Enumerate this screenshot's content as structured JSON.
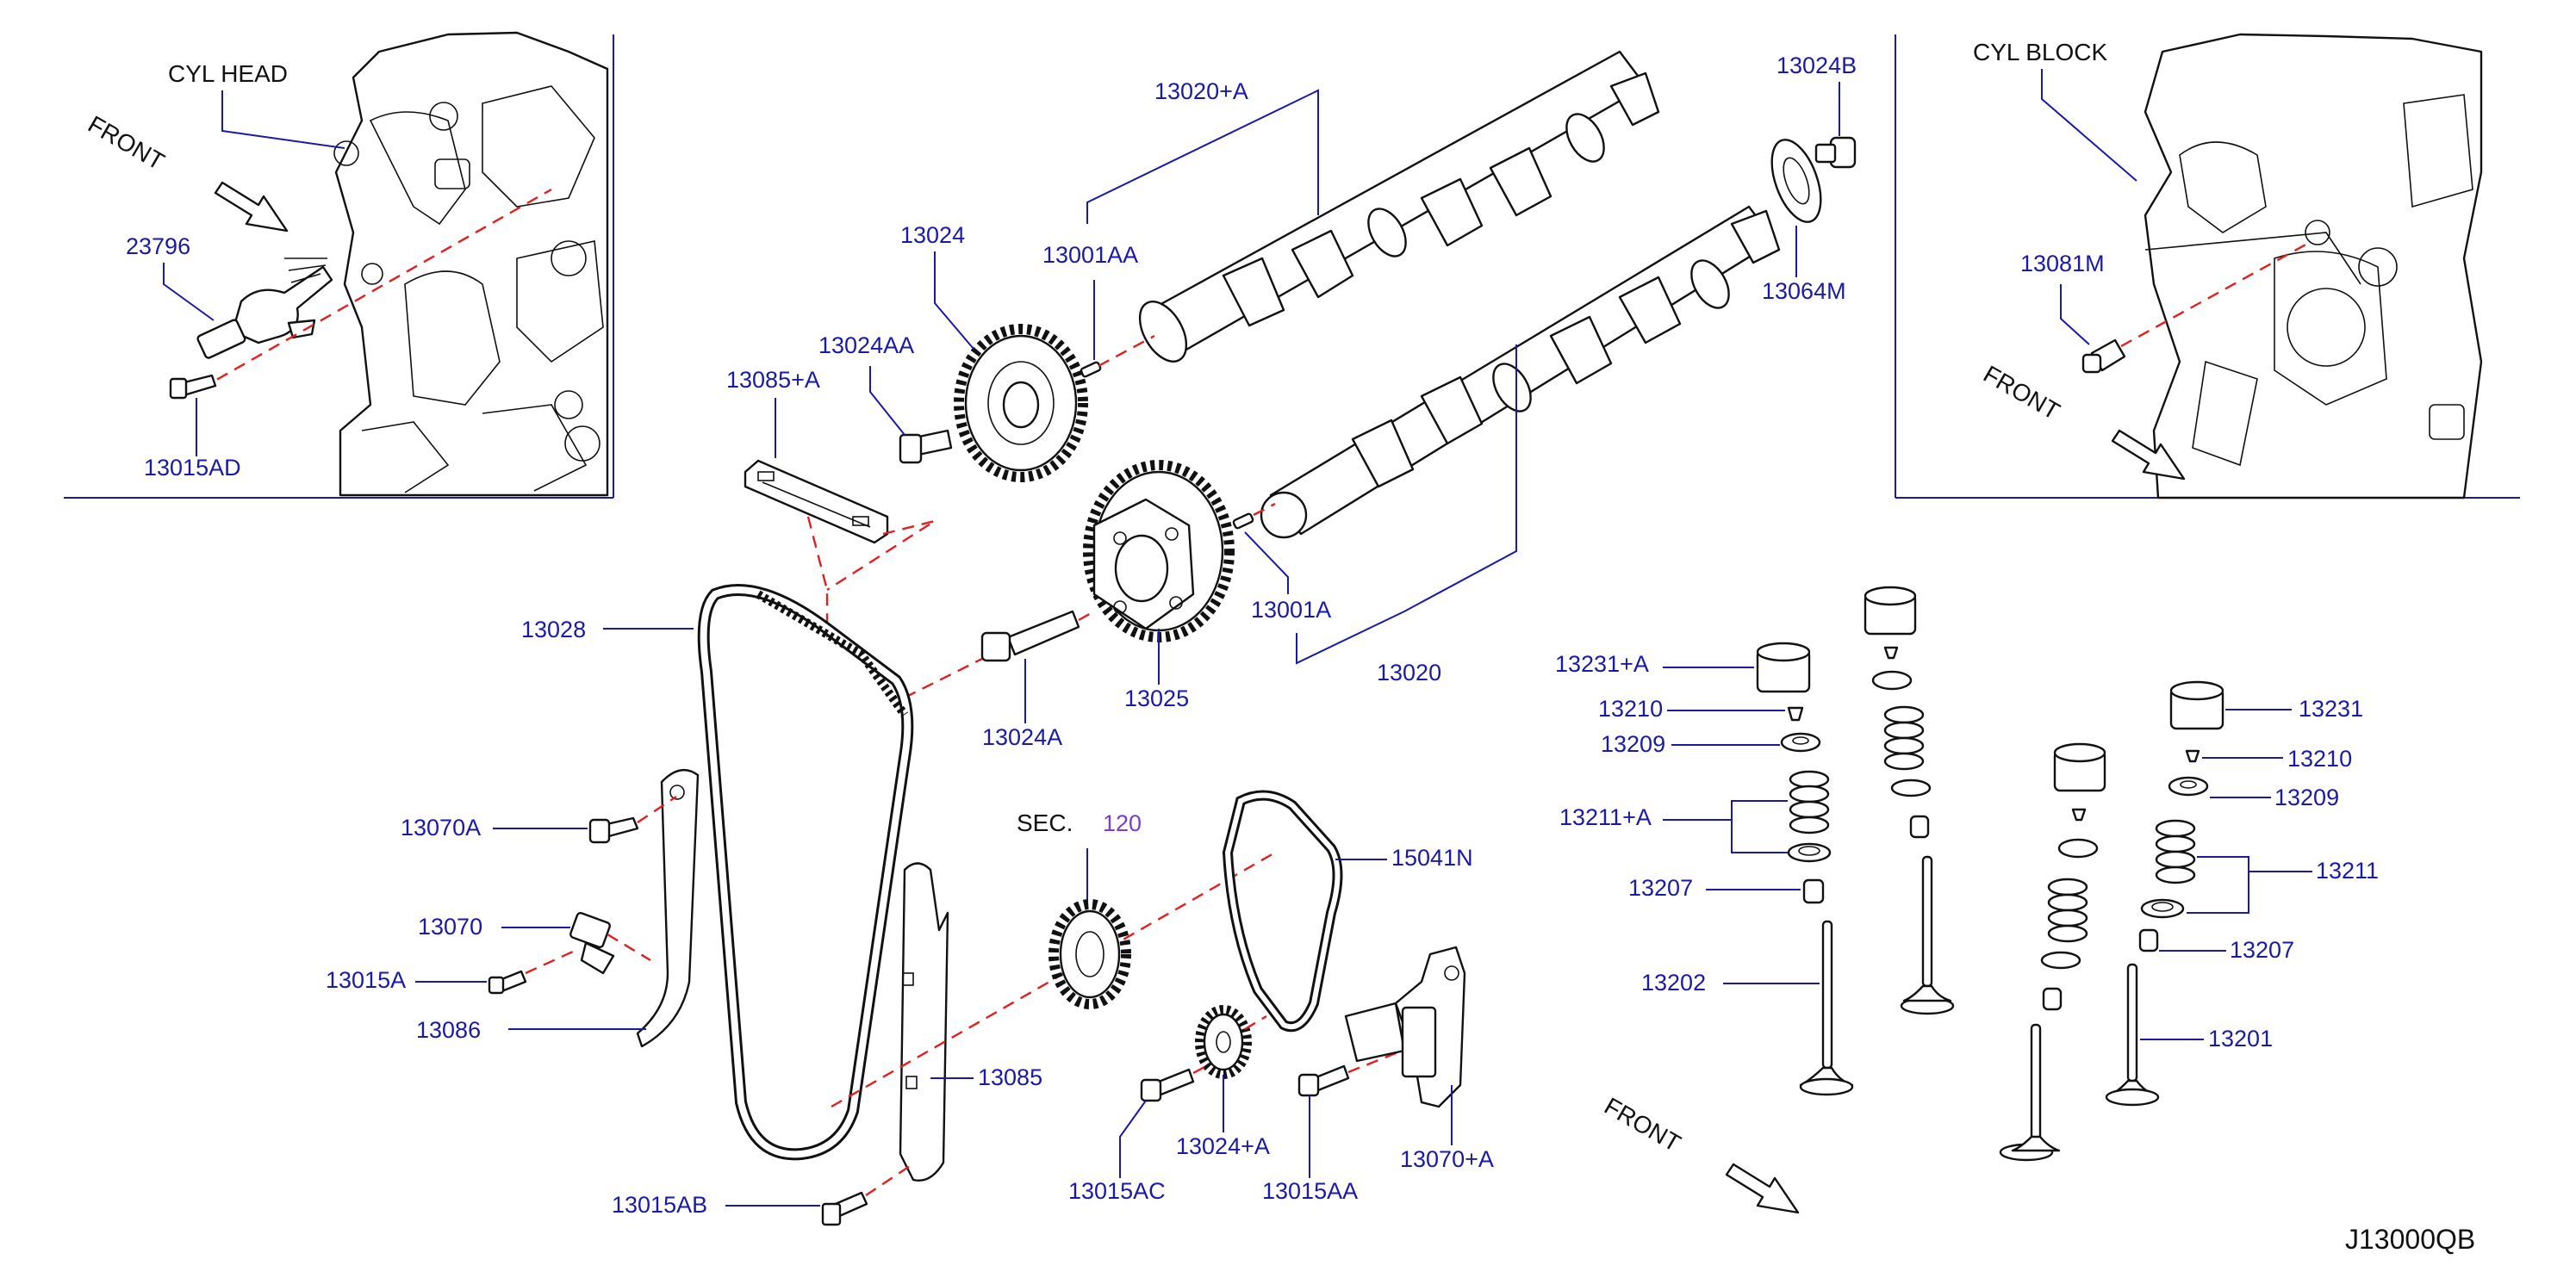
{
  "diagram_code": "J13000QB",
  "inset_left": {
    "area_label": "CYL HEAD",
    "front_label": "FRONT"
  },
  "inset_right": {
    "area_label": "CYL BLOCK",
    "front_label": "FRONT"
  },
  "valve_front_label": "FRONT",
  "section_ref": {
    "prefix": "SEC.",
    "number": "120"
  },
  "parts": {
    "p23796": "23796",
    "p13015AD": "13015AD",
    "p13020A": "13020+A",
    "p13024": "13024",
    "p13001AA": "13001AA",
    "p13024AA": "13024AA",
    "p13085A": "13085+A",
    "p13024B": "13024B",
    "p13064M": "13064M",
    "p13081M": "13081M",
    "p13028": "13028",
    "p13001A": "13001A",
    "p13020": "13020",
    "p13024A": "13024A",
    "p13025": "13025",
    "p13070A": "13070A",
    "p13070": "13070",
    "p13015A": "13015A",
    "p13086": "13086",
    "p15041N": "15041N",
    "p13085": "13085",
    "p13015AB": "13015AB",
    "p13015AC": "13015AC",
    "p13024plusA": "13024+A",
    "p13015AA": "13015AA",
    "p13070plusA": "13070+A",
    "p13231A": "13231+A",
    "p13210L": "13210",
    "p13209L": "13209",
    "p13211A": "13211+A",
    "p13207L": "13207",
    "p13202": "13202",
    "p13231": "13231",
    "p13210R": "13210",
    "p13209R": "13209",
    "p13211": "13211",
    "p13207R": "13207",
    "p13201": "13201"
  }
}
